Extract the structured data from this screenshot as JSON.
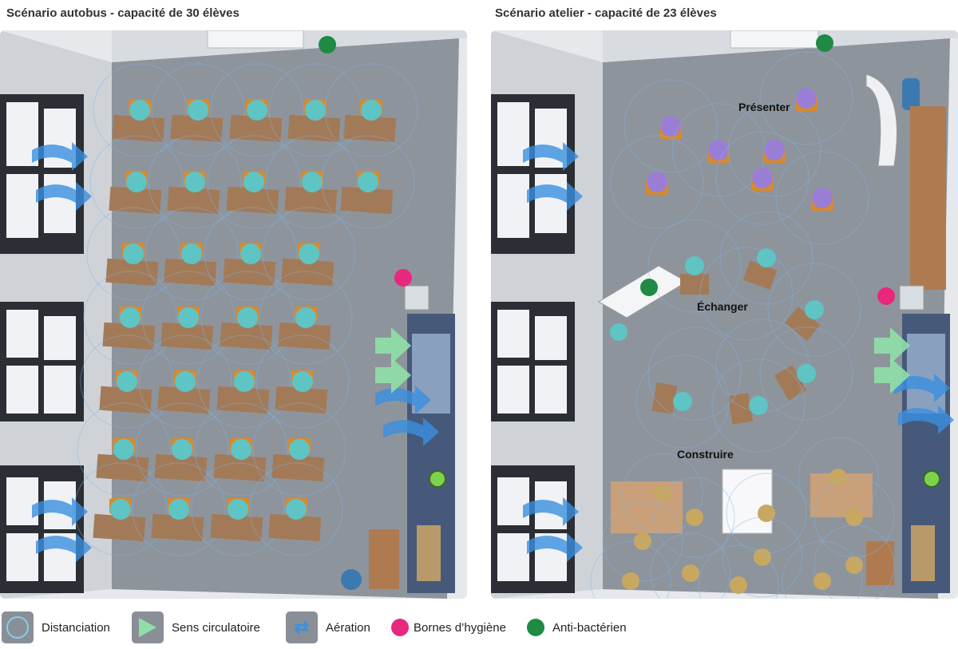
{
  "panels": {
    "left": {
      "title": "Scénario autobus - capacité de 30 élèves"
    },
    "right": {
      "title": "Scénario atelier - capacité de 23 élèves",
      "zones": {
        "present": "Présenter",
        "exchange": "Échanger",
        "build": "Construire"
      }
    }
  },
  "legend": {
    "distancing": "Distanciation",
    "circulation": "Sens circulatoire",
    "ventilation": "Aération",
    "hygiene": "Bornes d’hygiène",
    "antibacterial": "Anti-bactérien"
  },
  "colors": {
    "hygiene": "#e8277f",
    "antibacterial": "#1e8a44",
    "student_bus": "#5ec4c4",
    "student_present": "#9a7ed6",
    "student_build": "#c8a860",
    "airflow": "#3a8fe0",
    "circulation": "#8fe0a8",
    "distancing": "#7fb6e8"
  }
}
